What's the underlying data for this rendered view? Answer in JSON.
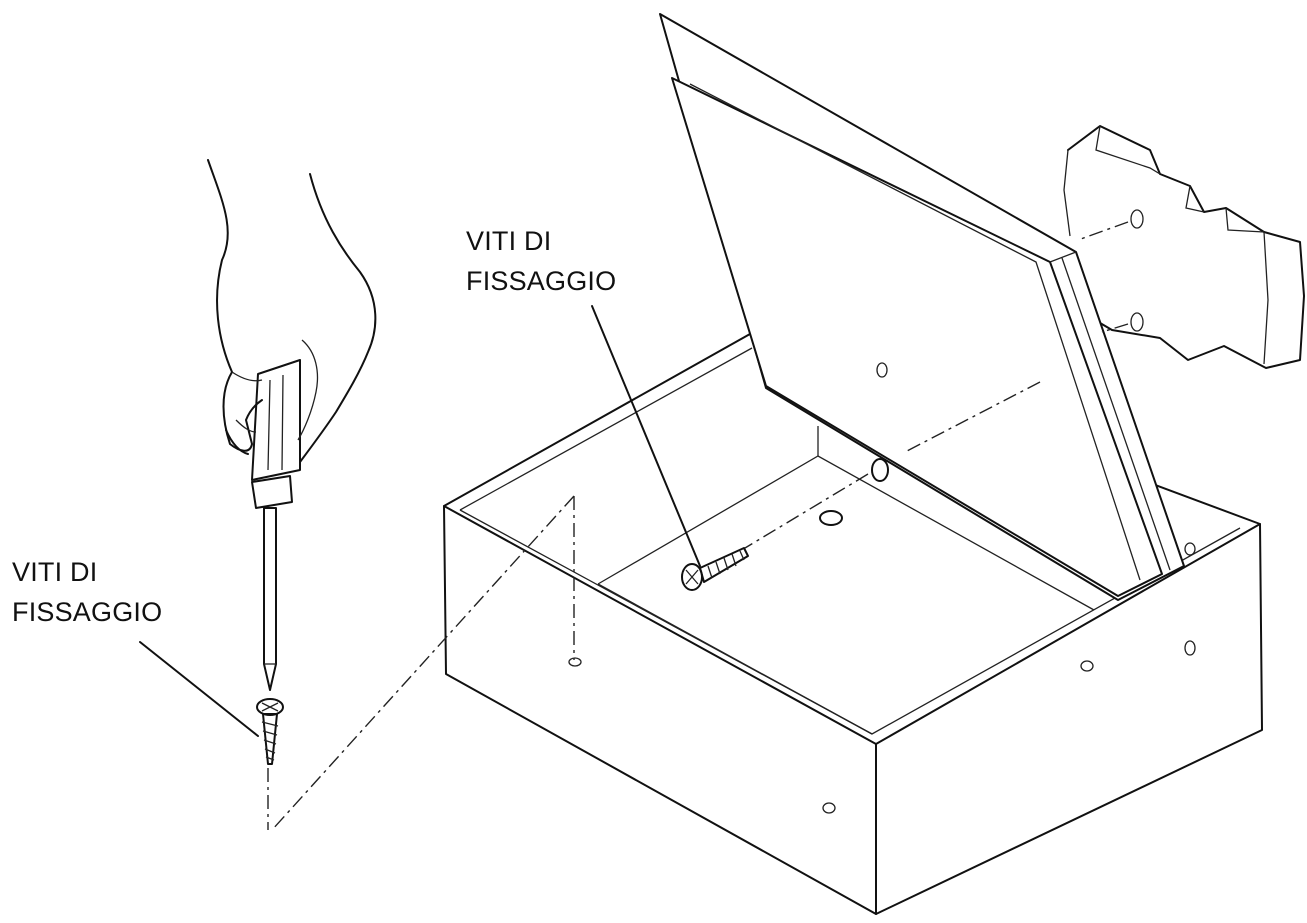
{
  "labels": {
    "left_screw_line1": "VITI DI",
    "left_screw_line2": "FISSAGGIO",
    "inner_screw_line1": "VITI DI",
    "inner_screw_line2": "FISSAGGIO"
  },
  "colors": {
    "stroke": "#111111",
    "background": "#ffffff"
  },
  "icons": {
    "hand": "hand-icon",
    "screwdriver": "screwdriver-icon",
    "screw": "screw-icon",
    "safe": "safe-box-icon",
    "wall": "wall-section-icon"
  }
}
